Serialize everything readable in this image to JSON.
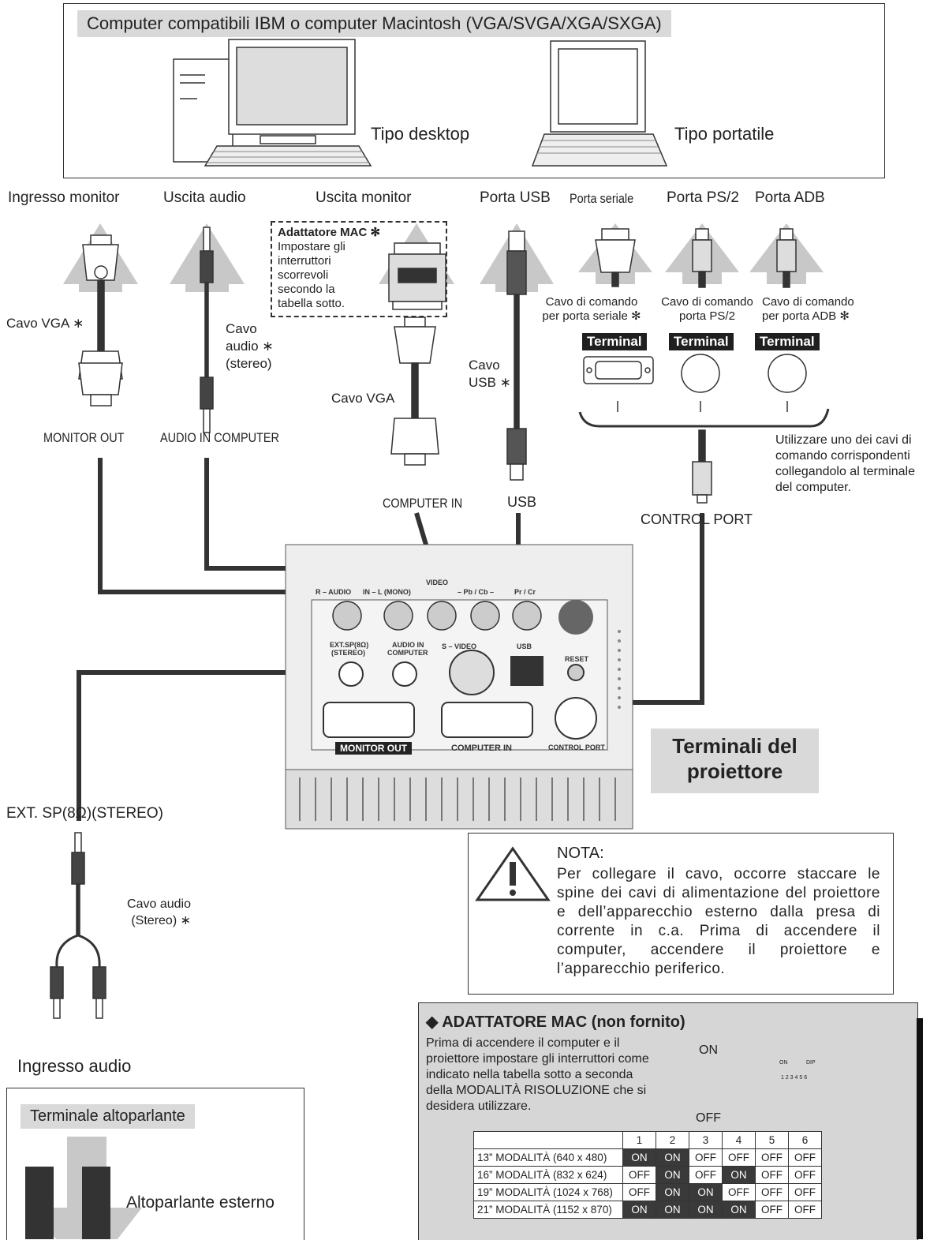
{
  "computers": {
    "title": "Computer compatibili IBM o computer Macintosh (VGA/SVGA/XGA/SXGA)",
    "desktop_label": "Tipo desktop",
    "laptop_label": "Tipo portatile"
  },
  "ports": {
    "monitor_in": "Ingresso monitor",
    "audio_out": "Uscita audio",
    "monitor_out": "Uscita monitor",
    "usb_port": "Porta USB",
    "serial_port": "Porta seriale",
    "ps2_port": "Porta PS/2",
    "adb_port": "Porta ADB"
  },
  "cables": {
    "vga_left": "Cavo VGA ∗",
    "audio_line1": "Cavo",
    "audio_line2": "audio ∗",
    "audio_line3": "(stereo)",
    "vga_middle": "Cavo VGA",
    "usb_line1": "Cavo",
    "usb_line2": "USB ∗",
    "serial_line1": "Cavo di comando",
    "serial_line2": "per porta seriale ✻",
    "ps2_line1": "Cavo di comando",
    "ps2_line2": "porta PS/2",
    "adb_line1": "Cavo di comando",
    "adb_line2": "per porta ADB ✻",
    "audio_stereo_line1": "Cavo audio",
    "audio_stereo_line2": "(Stereo) ∗"
  },
  "mac_adapter_note": {
    "title": "Adattatore MAC ✻",
    "line1": "Impostare gli",
    "line2": "interruttori",
    "line3": "scorrevoli",
    "line4": "secondo la",
    "line5": "tabella sotto."
  },
  "terminal_label": "Terminal",
  "control_note": {
    "line1": "Utilizzare uno dei cavi di",
    "line2": "comando corrispondenti",
    "line3": "collegandolo al terminale",
    "line4": "del computer."
  },
  "connectors": {
    "monitor_out": "MONITOR OUT",
    "audio_in_computer": "AUDIO IN COMPUTER",
    "computer_in": "COMPUTER IN",
    "usb": "USB",
    "control_port": "CONTROL PORT",
    "ext_sp": "EXT. SP(8Ω)(STEREO)",
    "audio_input": "Ingresso audio"
  },
  "panel": {
    "r_audio": "R – AUDIO",
    "l_mono": "IN – L (MONO)",
    "video": "VIDEO",
    "pb_cb": "–  Pb / Cb  –",
    "pr_cr": "Pr / Cr",
    "ext_sp_1": "EXT.SP(8Ω)",
    "ext_sp_2": "(STEREO)",
    "audio_in_1": "AUDIO  IN",
    "audio_in_2": "COMPUTER",
    "s_video": "S – VIDEO",
    "usb": "USB",
    "reset": "RESET",
    "monitor_out": "MONITOR  OUT",
    "computer_in": "COMPUTER   IN",
    "control_port": "CONTROL PORT"
  },
  "projector_terminals": {
    "line1": "Terminali del",
    "line2": "proiettore"
  },
  "nota": {
    "title": "NOTA:",
    "text": "Per collegare il cavo, occorre staccare le spine dei cavi di alimentazione del proiettore e dell’apparecchio esterno dalla presa di corrente in c.a. Prima di accendere il computer, accendere il proiettore e l’apparecchio periferico."
  },
  "speaker": {
    "title": "Terminale altoparlante",
    "label": "Altoparlante esterno"
  },
  "mac_adapter": {
    "title": "◆ ADATTATORE MAC (non fornito)",
    "desc_line1": "Prima di accendere il computer e il",
    "desc_line2": "proiettore impostare gli interruttori come",
    "desc_line3": "indicato nella tabella sotto a seconda",
    "desc_line4": "della MODALITÀ RISOLUZIONE che si",
    "desc_line5": "desidera utilizzare.",
    "on": "ON",
    "off": "OFF",
    "dip_on": "ON",
    "dip": "DIP",
    "dip_nums": "1 2 3 4 5 6",
    "columns": [
      "1",
      "2",
      "3",
      "4",
      "5",
      "6"
    ],
    "rows": [
      {
        "mode": "13” MODALITÀ (640 x 480)",
        "values": [
          "ON",
          "ON",
          "OFF",
          "OFF",
          "OFF",
          "OFF"
        ]
      },
      {
        "mode": "16” MODALITÀ (832 x 624)",
        "values": [
          "OFF",
          "ON",
          "OFF",
          "ON",
          "OFF",
          "OFF"
        ]
      },
      {
        "mode": "19” MODALITÀ (1024 x 768)",
        "values": [
          "OFF",
          "ON",
          "ON",
          "OFF",
          "OFF",
          "OFF"
        ]
      },
      {
        "mode": "21” MODALITÀ (1152 x 870)",
        "values": [
          "ON",
          "ON",
          "ON",
          "ON",
          "OFF",
          "OFF"
        ]
      }
    ]
  }
}
